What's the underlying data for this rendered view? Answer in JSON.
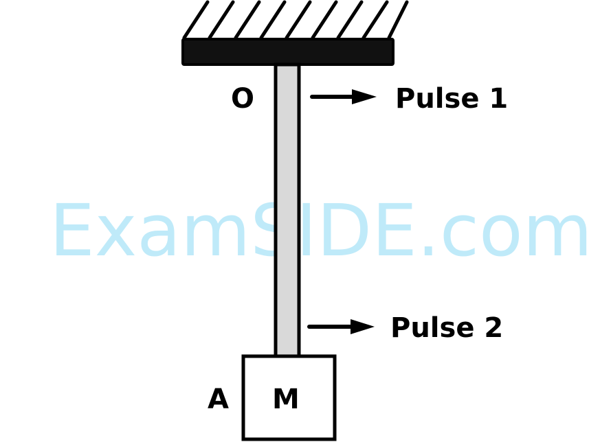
{
  "diagram": {
    "labels": {
      "top_point": "O",
      "bottom_point": "A",
      "mass": "M",
      "pulse1": "Pulse 1",
      "pulse2": "Pulse 2"
    },
    "watermark": "ExamSIDE.com",
    "colors": {
      "stroke": "#000000",
      "ceiling_fill": "#111111",
      "rod_fill": "#d9d9d9",
      "block_fill": "#ffffff",
      "watermark": "#bfeaf9"
    },
    "hatch_count": 9
  }
}
